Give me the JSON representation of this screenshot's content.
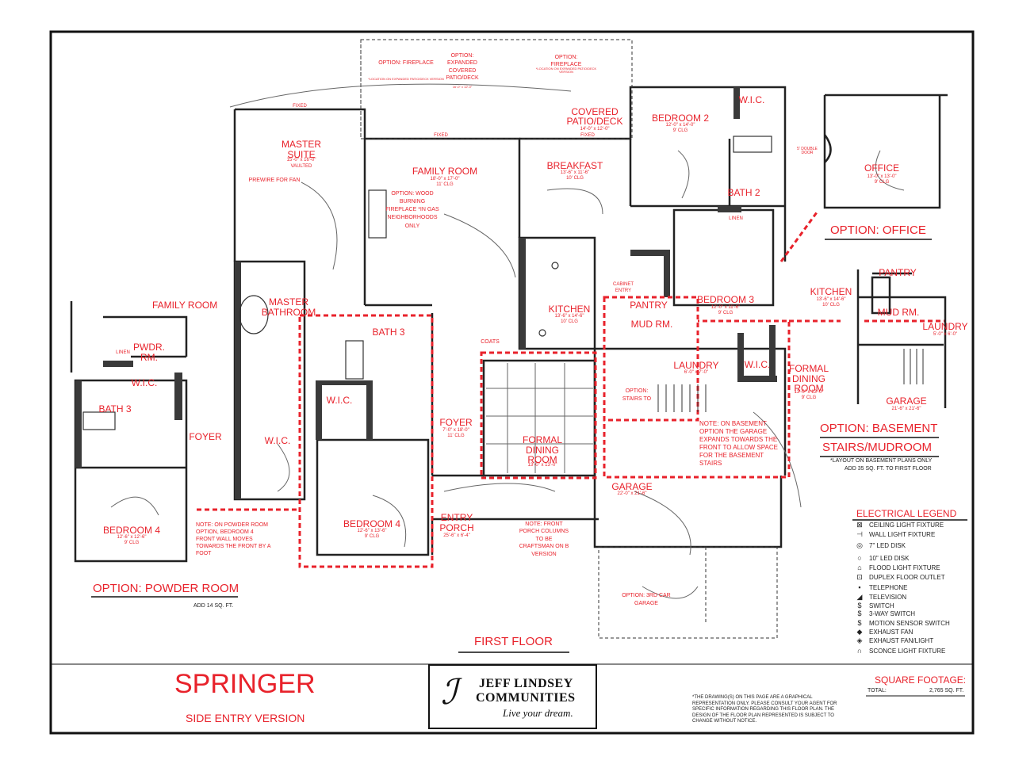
{
  "title": "SPRINGER",
  "subtitle": "SIDE ENTRY VERSION",
  "floor_label": "FIRST FLOOR",
  "logo": {
    "line1": "JEFF LINDSEY",
    "line2": "COMMUNITIES",
    "tagline": "Live your dream."
  },
  "disclaimer": "*THE DRAWING(S) ON THIS PAGE ARE A GRAPHICAL REPRESENTATION ONLY. PLEASE CONSULT YOUR AGENT FOR SPECIFIC INFORMATION REGARDING THIS FLOOR PLAN. THE DESIGN OF THE FLOOR PLAN REPRESENTED IS SUBJECT TO CHANGE WITHOUT NOTICE.",
  "square_footage": {
    "label": "SQUARE FOOTAGE:",
    "total_label": "TOTAL:",
    "total_value": "2,765 SQ. FT."
  },
  "rooms": {
    "master_suite": {
      "name": "MASTER SUITE",
      "dims": "15'-0\" x 16'-0\"",
      "clg": "VAULTED",
      "note": "PREWIRE FOR FAN"
    },
    "master_bath": {
      "name": "MASTER BATHROOM"
    },
    "wic_master": {
      "name": "W.I.C."
    },
    "family_room": {
      "name": "FAMILY ROOM",
      "dims": "18'-0\" x 17'-0\"",
      "clg": "11' CLG"
    },
    "fireplace_opt": "OPTION: WOOD BURNING FIREPLACE *IN GAS NEIGHBORHOODS ONLY",
    "breakfast": {
      "name": "BREAKFAST",
      "dims": "13'-6\" x 11'-6\"",
      "clg": "10' CLG"
    },
    "covered_patio": {
      "name": "COVERED PATIO/DECK",
      "dims": "14'-0\" x 12'-0\""
    },
    "bedroom2": {
      "name": "BEDROOM 2",
      "dims": "12'-0\" x 14'-0\"",
      "clg": "9' CLG"
    },
    "wic_bed2": {
      "name": "W.I.C."
    },
    "bath2": {
      "name": "BATH 2"
    },
    "linen2": {
      "name": "LINEN"
    },
    "bedroom3": {
      "name": "BEDROOM 3",
      "dims": "12'-0\" x 11'-6\"",
      "clg": "9' CLG"
    },
    "kitchen": {
      "name": "KITCHEN",
      "dims": "13'-6\" x 14'-6\"",
      "clg": "10' CLG"
    },
    "pantry": {
      "name": "PANTRY"
    },
    "mud_rm": {
      "name": "MUD RM."
    },
    "laundry": {
      "name": "LAUNDRY",
      "dims": "6'-0\" x 7'-0\""
    },
    "wic_bed3": {
      "name": "W.I.C."
    },
    "formal_dining_right": {
      "name": "FORMAL DINING ROOM",
      "dims": "13'-0\" x 13'-0\"",
      "clg": "9' CLG"
    },
    "formal_dining_center": {
      "name": "FORMAL DINING ROOM",
      "dims": "13'-0\" x 13'-0\""
    },
    "bath3": {
      "name": "BATH 3"
    },
    "wic_bed4": {
      "name": "W.I.C."
    },
    "bedroom4": {
      "name": "BEDROOM 4",
      "dims": "12'-6\" x 13'-6\"",
      "clg": "9' CLG"
    },
    "foyer": {
      "name": "FOYER",
      "dims": "7'-0\" x 18'-0\"",
      "clg": "11' CLG"
    },
    "entry_porch": {
      "name": "ENTRY PORCH",
      "dims": "25'-6\" x 6'-4\""
    },
    "garage": {
      "name": "GARAGE",
      "dims": "22'-0\" x 21'-6\""
    },
    "coats": "COATS",
    "cabinet_entry": "CABINET ENTRY",
    "third_car": "OPTION: 3RD CAR GARAGE",
    "stairs_to": "OPTION: STAIRS TO"
  },
  "top_options": {
    "fireplace_left": {
      "label": "OPTION: FIREPLACE",
      "note": "*LOCATION ON EXPANDED PATIO/DECK VERSION"
    },
    "expanded_patio": {
      "label": "OPTION: EXPANDED COVERED PATIO/DECK",
      "dims": "16'-0\" x 12'-0\""
    },
    "fireplace_right": {
      "label": "OPTION: FIREPLACE",
      "note": "*LOCATION ON EXPANDED PATIO/DECK VERSION"
    }
  },
  "fixed_labels": [
    "FIXED",
    "FIXED",
    "FIXED"
  ],
  "powder_room_option": {
    "title": "OPTION: POWDER ROOM",
    "add": "ADD 14 SQ. FT.",
    "family_room": "FAMILY ROOM",
    "pwdr_rm": "PWDR. RM.",
    "linen": "LINEN",
    "wic": "W.I.C.",
    "bath3": "BATH 3",
    "foyer": "FOYER",
    "bedroom4": "BEDROOM 4",
    "bedroom4_dims": "12'-6\" x 12'-6\"",
    "bedroom4_clg": "9' CLG",
    "note": "NOTE: ON POWDER ROOM OPTION, BEDROOM 4 FRONT WALL MOVES TOWARDS THE FRONT BY A FOOT"
  },
  "office_option": {
    "title": "OPTION: OFFICE",
    "room": "OFFICE",
    "dims": "13'-0\" x 13'-0\"",
    "clg": "9' CLG",
    "door": "5' DOUBLE DOOR"
  },
  "basement_option": {
    "title_l1": "OPTION: BASEMENT",
    "title_l2": "STAIRS/MUDROOM",
    "layout": "*LAYOUT ON BASEMENT PLANS ONLY",
    "add": "ADD 35 SQ. FT. TO FIRST FLOOR",
    "kitchen": "KITCHEN",
    "kitchen_dims": "13'-6\" x 14'-6\"",
    "kitchen_clg": "10' CLG",
    "pantry": "PANTRY",
    "mud_rm": "MUD RM.",
    "laundry": "LAUNDRY",
    "laundry_dims": "5'-0\" x 6'-0\"",
    "garage": "GARAGE",
    "garage_dims": "21'-6\" x 21'-6\"",
    "basement_note": "NOTE: ON BASEMENT OPTION THE GARAGE EXPANDS TOWARDS THE FRONT TO ALLOW SPACE FOR THE BASEMENT STAIRS"
  },
  "front_porch_note": "NOTE: FRONT PORCH COLUMNS TO BE CRAFTSMAN ON B VERSION",
  "legend": {
    "title": "ELECTRICAL LEGEND",
    "items": [
      {
        "icon": "ceiling-light-icon",
        "glyph": "⊠",
        "label": "CEILING LIGHT FIXTURE"
      },
      {
        "icon": "wall-light-icon",
        "glyph": "⊣",
        "label": "WALL LIGHT FIXTURE"
      },
      {
        "icon": "led-7-icon",
        "glyph": "◎",
        "label": "7\" LED DISK"
      },
      {
        "icon": "led-10-icon",
        "glyph": "○",
        "label": "10\" LED DISK"
      },
      {
        "icon": "flood-light-icon",
        "glyph": "⌂",
        "label": "FLOOD LIGHT FIXTURE"
      },
      {
        "icon": "duplex-outlet-icon",
        "glyph": "⊡",
        "label": "DUPLEX FLOOR OUTLET"
      },
      {
        "icon": "telephone-icon",
        "glyph": "▪",
        "label": "TELEPHONE"
      },
      {
        "icon": "television-icon",
        "glyph": "◢",
        "label": "TELEVISION"
      },
      {
        "icon": "switch-icon",
        "glyph": "$",
        "label": "SWITCH"
      },
      {
        "icon": "three-way-switch-icon",
        "glyph": "$",
        "label": "3-WAY SWITCH"
      },
      {
        "icon": "motion-switch-icon",
        "glyph": "$",
        "label": "MOTION SENSOR SWITCH"
      },
      {
        "icon": "exhaust-fan-icon",
        "glyph": "◆",
        "label": "EXHAUST FAN"
      },
      {
        "icon": "exhaust-fanlight-icon",
        "glyph": "◈",
        "label": "EXHAUST FAN/LIGHT"
      },
      {
        "icon": "sconce-light-icon",
        "glyph": "∩",
        "label": "SCONCE LIGHT FIXTURE"
      }
    ]
  },
  "colors": {
    "accent": "#e8222b",
    "wall": "#222222",
    "wall_fill": "#3a3a3a",
    "line": "#555555"
  }
}
